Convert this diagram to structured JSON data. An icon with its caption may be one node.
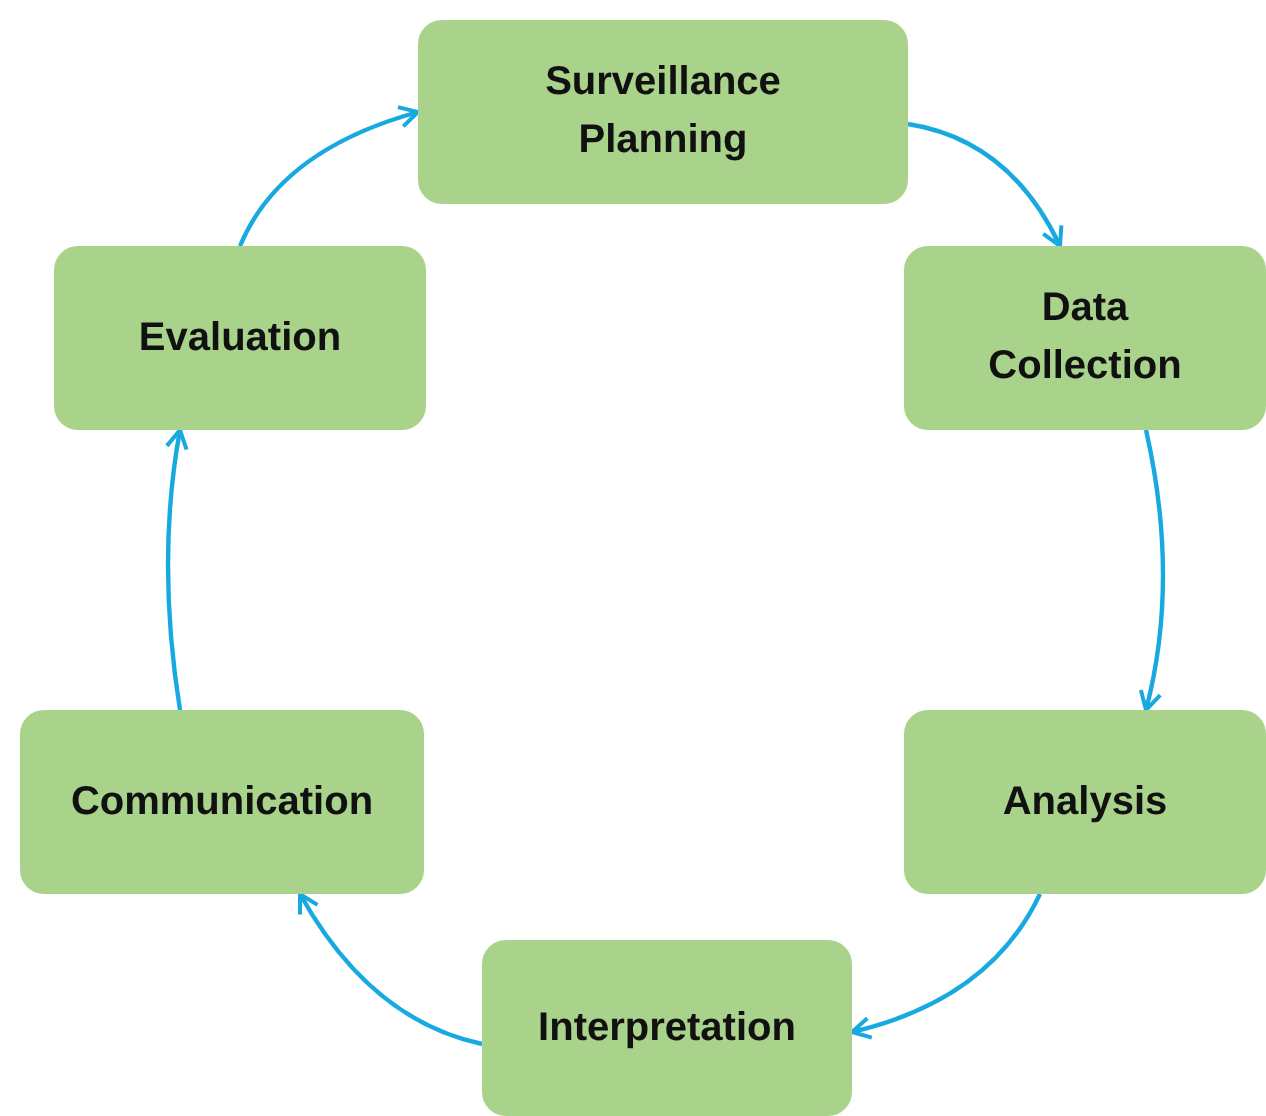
{
  "diagram": {
    "nodes": [
      {
        "text": [
          "Surveillance Planning"
        ]
      },
      {
        "text": [
          "Data Collection"
        ]
      },
      {
        "text": [
          "Analysis"
        ]
      },
      {
        "text": [
          "Interpretation"
        ]
      },
      {
        "text": [
          "Communication"
        ]
      },
      {
        "text": [
          "Evaluation"
        ]
      }
    ],
    "edges": [
      {
        "from": 0,
        "to": 1,
        "arrow": "to"
      },
      {
        "from": 1,
        "to": 2,
        "arrow": "to"
      },
      {
        "from": 2,
        "to": 3,
        "arrow": "to"
      },
      {
        "from": 3,
        "to": 4,
        "arrow": "to"
      },
      {
        "from": 4,
        "to": 5,
        "arrow": "to"
      },
      {
        "from": 5,
        "to": 0,
        "arrow": "to"
      }
    ]
  }
}
